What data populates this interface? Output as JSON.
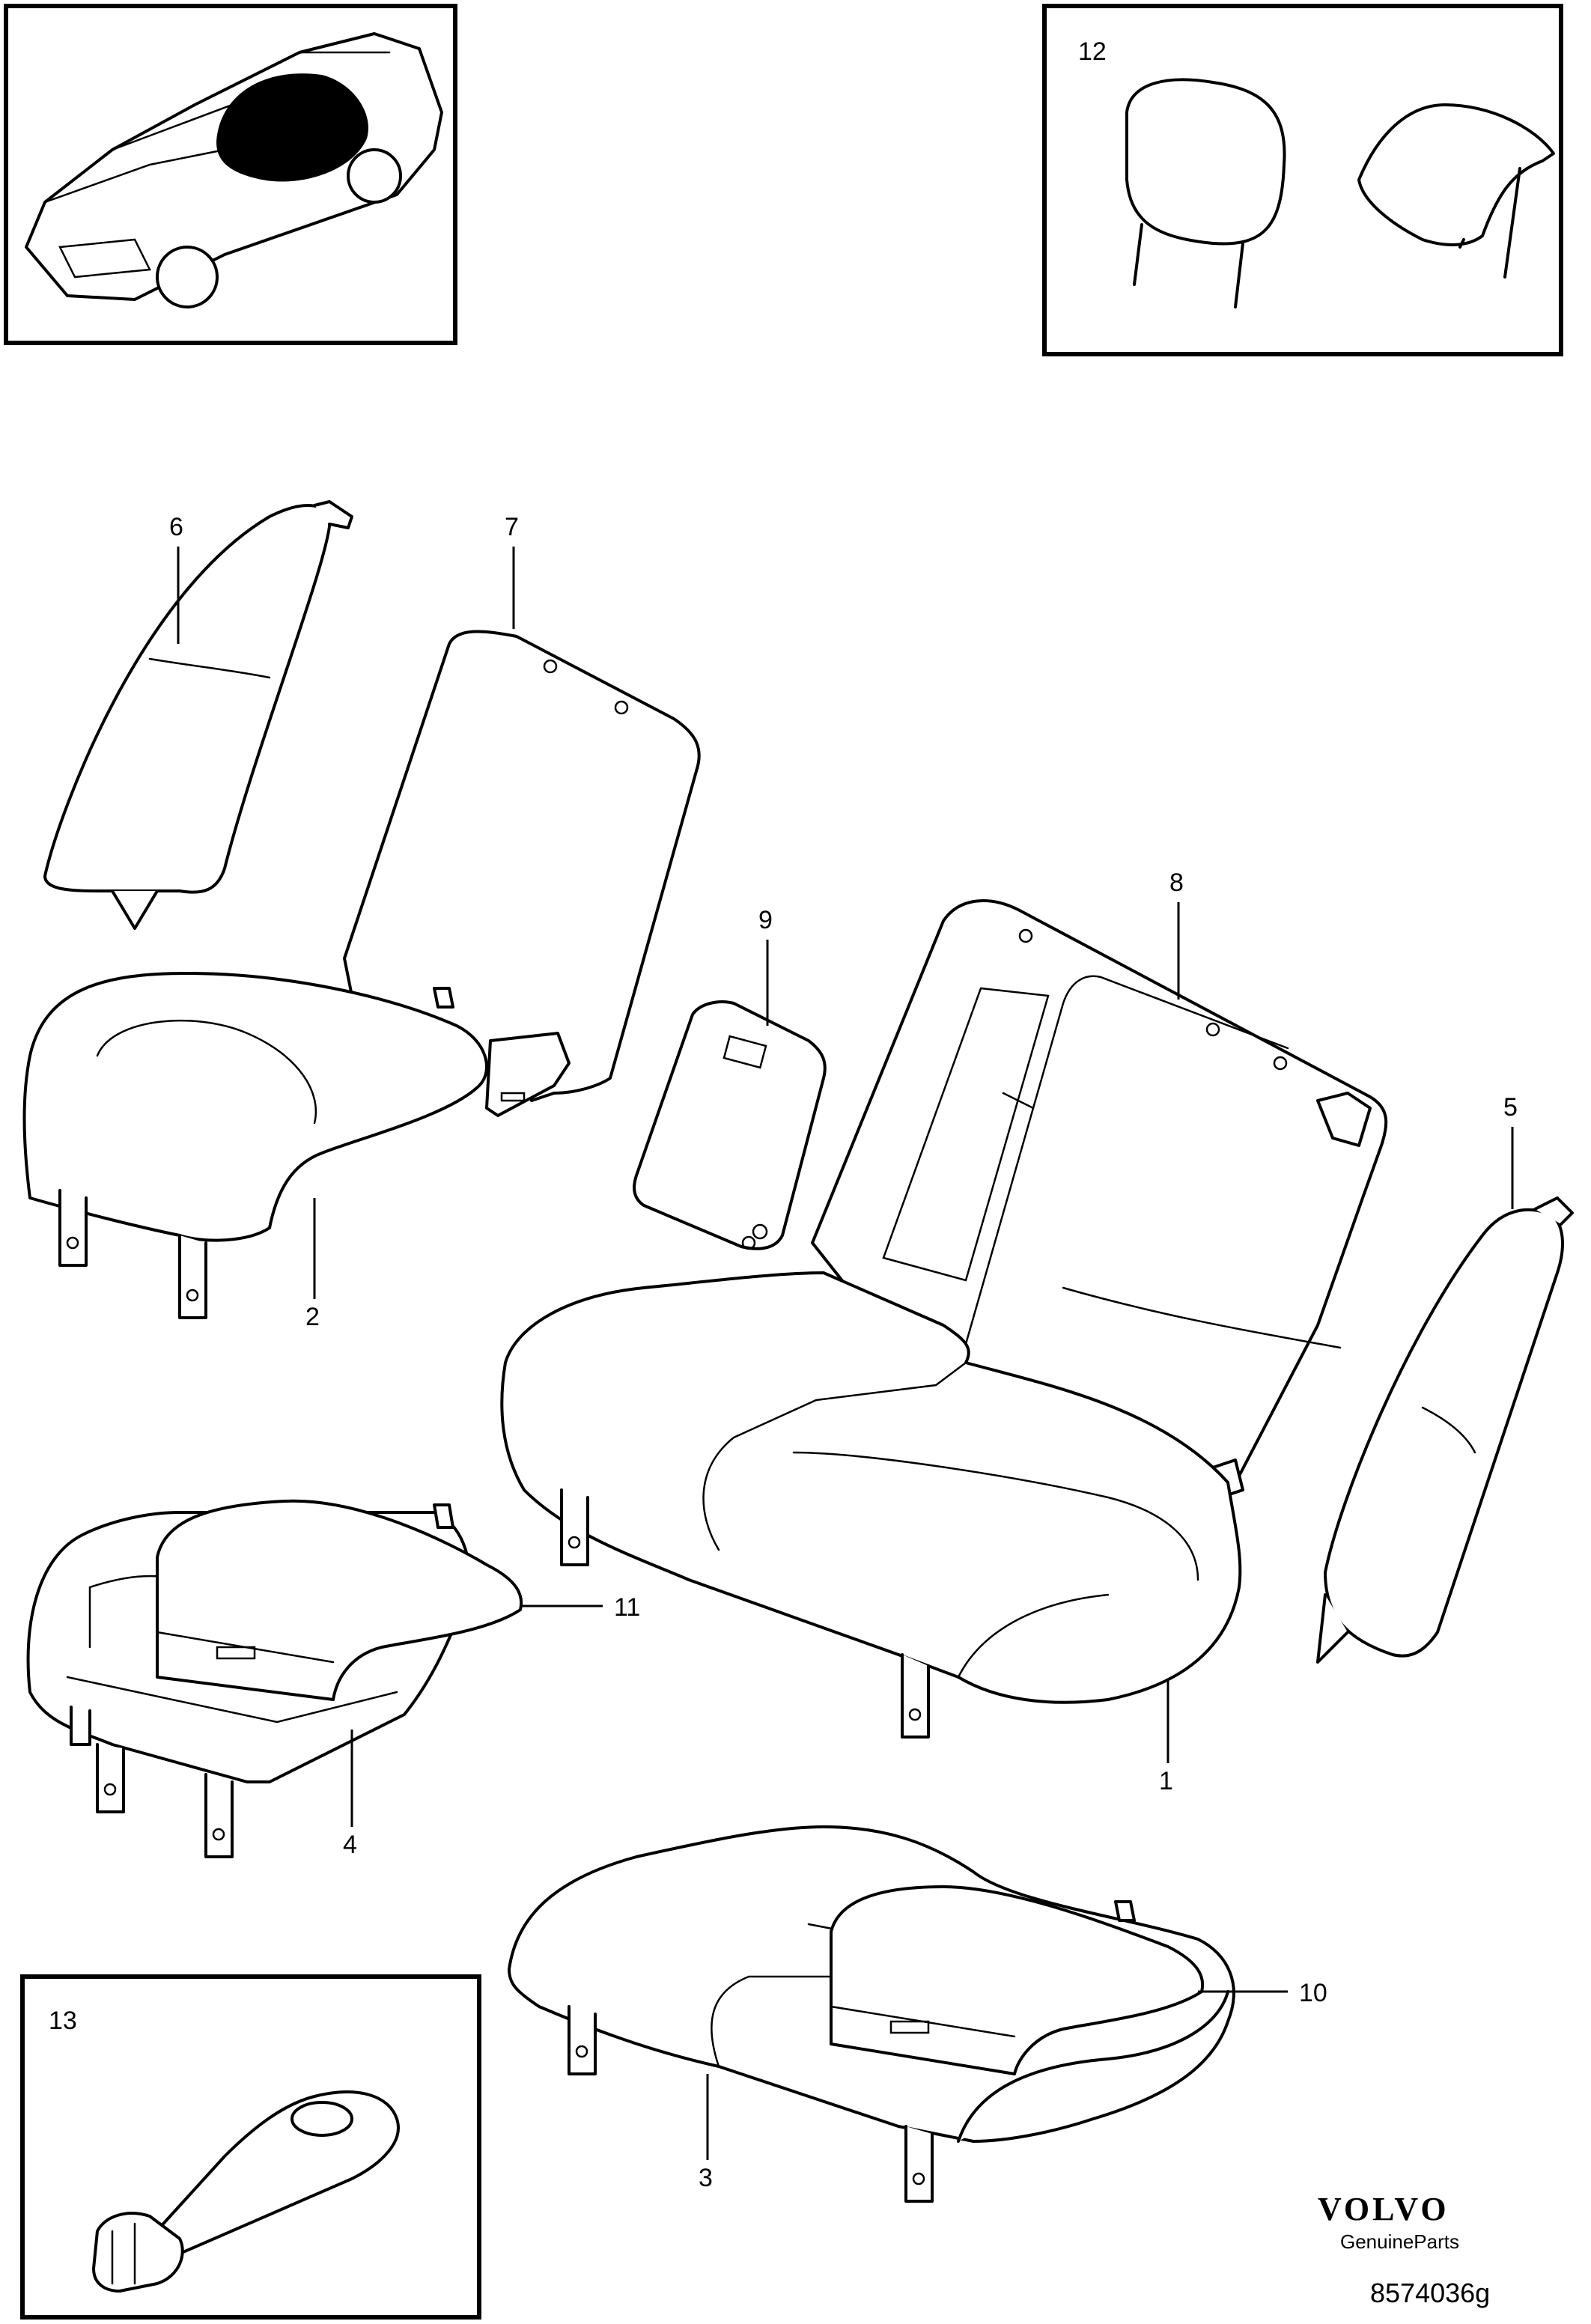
{
  "callouts": {
    "c1": "1",
    "c2": "2",
    "c3": "3",
    "c4": "4",
    "c5": "5",
    "c6": "6",
    "c7": "7",
    "c8": "8",
    "c9": "9",
    "c10": "10",
    "c11": "11",
    "c12": "12",
    "c13": "13"
  },
  "branding": {
    "logo_text": "VOLVO",
    "sub_text": "GenuineParts"
  },
  "drawing_number": "8574036g",
  "icons": {
    "thumbnail": "car-locator-icon",
    "part": "seat-part-drawing"
  },
  "colors": {
    "line": "#000000",
    "background": "#ffffff"
  }
}
